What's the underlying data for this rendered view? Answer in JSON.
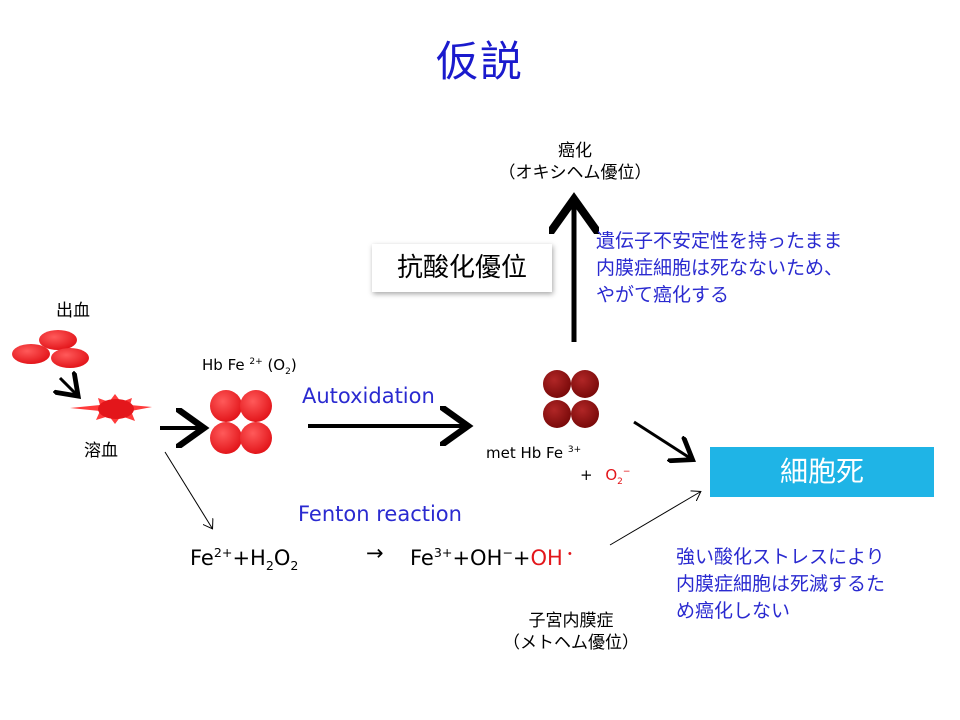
{
  "title": "仮説",
  "nodes": {
    "bleeding": "出血",
    "hemolysis": "溶血",
    "hb_fe2_prefix": "Hb Fe",
    "hb_fe2_sup": "2+",
    "hb_fe2_o2_open": "(O",
    "hb_fe2_o2_sub": "2",
    "hb_fe2_o2_close": ")",
    "autoxidation": "Autoxidation",
    "methb_prefix": "met Hb Fe",
    "methb_sup": "3+",
    "methb_plus": "+",
    "methb_o2": "O",
    "methb_o2_sub": "2",
    "methb_o2_sup": "−",
    "cancer_line1": "癌化",
    "cancer_line2": "（オキシヘム優位）",
    "antioxidant_box": "抗酸化優位",
    "cancer_note_line1": "遺伝子不安定性を持ったまま",
    "cancer_note_line2": "内膜症細胞は死なないため、",
    "cancer_note_line3": "やがて癌化する",
    "cell_death": "細胞死",
    "fenton": "Fenton reaction",
    "fenton_left_fe": "Fe",
    "fenton_left_fe_sup": "2+",
    "fenton_left_plus": "+H",
    "fenton_left_h_sub": "2",
    "fenton_left_o": "O",
    "fenton_left_o_sub": "2",
    "fenton_arrow": "→",
    "fenton_right_fe": "Fe",
    "fenton_right_fe_sup": "3+",
    "fenton_right_oh": "+OH",
    "fenton_right_oh_sup": "−",
    "fenton_right_plus": "+",
    "fenton_right_radical": "OH",
    "fenton_right_dot": "・",
    "stress_note_line1": "強い酸化ストレスにより",
    "stress_note_line2": "内膜症細胞は死滅するた",
    "stress_note_line3": "め癌化しない",
    "endo_line1": "子宮内膜症",
    "endo_line2": "（メトヘム優位）"
  },
  "colors": {
    "title": "#1a1acd",
    "annotation": "#2a2ad0",
    "heme_red": "#e3161b",
    "methb": "#8b1010",
    "cell_death_bg": "#1fb4e6",
    "radical": "#e3161b"
  }
}
